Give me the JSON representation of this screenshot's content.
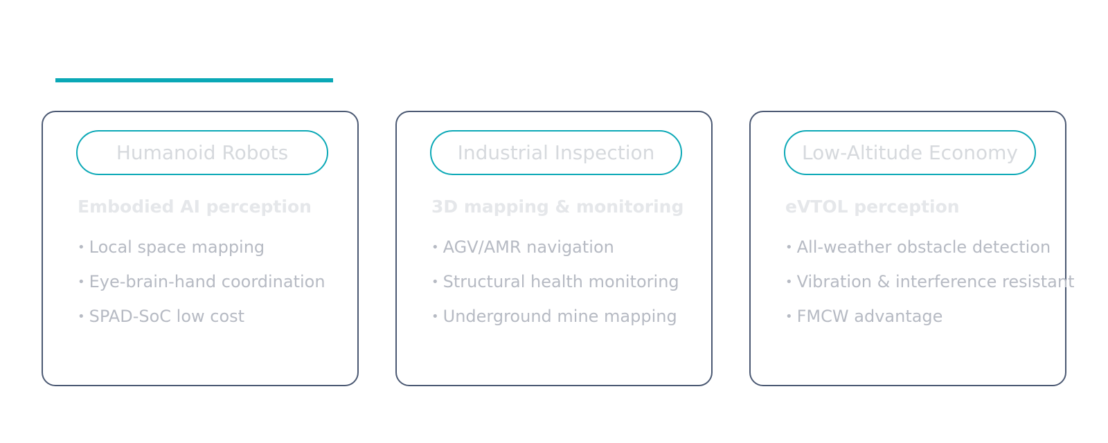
{
  "colors": {
    "accent": "#0aa8b6",
    "card_border": "#4a5872",
    "pill_text": "#d6d9dd",
    "subtitle_text": "#e5e7ea",
    "bullet_text": "#b6bac3"
  },
  "cards": [
    {
      "title": "Humanoid Robots",
      "subtitle": "Embodied AI perception",
      "bullets": [
        "Local space mapping",
        "Eye-brain-hand coordination",
        "SPAD-SoC low cost"
      ]
    },
    {
      "title": "Industrial Inspection",
      "subtitle": "3D mapping & monitoring",
      "bullets": [
        "AGV/AMR navigation",
        "Structural health monitoring",
        "Underground mine mapping"
      ]
    },
    {
      "title": "Low-Altitude Economy",
      "subtitle": "eVTOL perception",
      "bullets": [
        "All-weather obstacle detection",
        "Vibration & interference resistant",
        "FMCW advantage"
      ]
    }
  ]
}
